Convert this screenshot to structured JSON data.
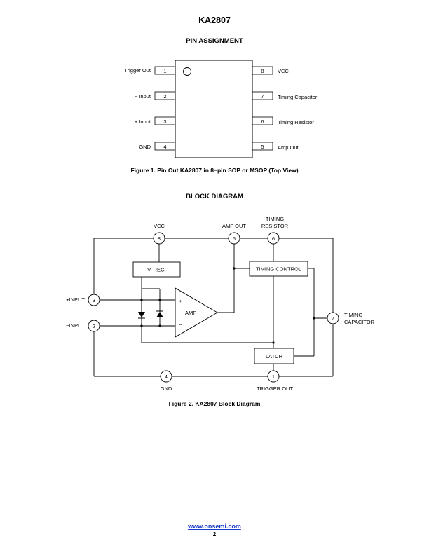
{
  "doc_title": "KA2807",
  "pin_assignment": {
    "title": "PIN ASSIGNMENT",
    "left_pins": [
      {
        "num": "1",
        "label": "Trigger Out"
      },
      {
        "num": "2",
        "label": "− Input"
      },
      {
        "num": "3",
        "label": "+ Input"
      },
      {
        "num": "4",
        "label": "GND"
      }
    ],
    "right_pins": [
      {
        "num": "8",
        "label": "VCC"
      },
      {
        "num": "7",
        "label": "Timing Capacitor"
      },
      {
        "num": "6",
        "label": "Timing Resistor"
      },
      {
        "num": "5",
        "label": "Amp Out"
      }
    ],
    "caption": "Figure 1. Pin Out KA2807 in 8−pin SOP or MSOP (Top View)"
  },
  "block_diagram": {
    "title": "BLOCK DIAGRAM",
    "blocks": {
      "vreg": "V. REG.",
      "timing_control": "TIMING CONTROL",
      "latch": "LATCH",
      "amp": "AMP",
      "amp_plus": "+",
      "amp_minus": "−"
    },
    "pins": {
      "p8": "8",
      "p5": "5",
      "p6": "6",
      "p3": "3",
      "p2": "2",
      "p7": "7",
      "p4": "4",
      "p1": "1"
    },
    "labels": {
      "vcc": "VCC",
      "amp_out": "AMP OUT",
      "timing_resistor_1": "TIMING",
      "timing_resistor_2": "RESISTOR",
      "plus_input": "+INPUT",
      "minus_input": "−INPUT",
      "timing_capacitor_1": "TIMING",
      "timing_capacitor_2": "CAPACITOR",
      "gnd": "GND",
      "trigger_out": "TRIGGER OUT"
    },
    "caption": "Figure 2. KA2807 Block Diagram"
  },
  "footer": {
    "url": "www.onsemi.com",
    "page_number": "2"
  }
}
